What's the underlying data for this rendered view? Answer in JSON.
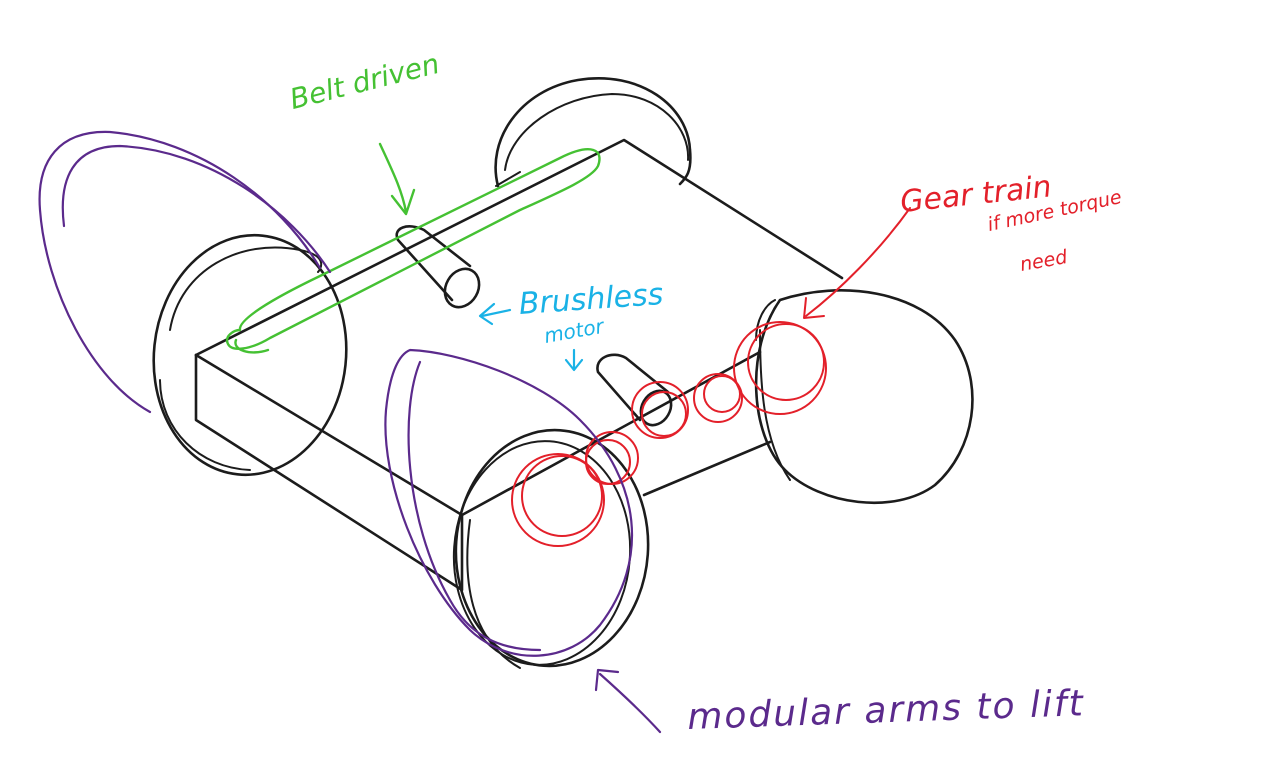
{
  "annotations": {
    "belt_driven": "Belt driven",
    "brushless": "Brushless",
    "motor": "motor",
    "gear_train": "Gear train",
    "torque_line": "if more torque",
    "need_line": "need",
    "modular_arms": "modular arms to lift"
  },
  "colors": {
    "chassis_ink": "#1c1c1c",
    "arm_ink": "#5b2a8c",
    "belt_ink": "#45c133",
    "gear_ink": "#e3202a",
    "motor_label_ink": "#1ab2e6",
    "background": "#ffffff"
  },
  "icons": {
    "belt_arrow": "arrow-down-icon",
    "brushless_arrow": "arrow-left-icon",
    "motor_arrow": "arrow-down-icon",
    "gear_arrow": "arrow-down-left-icon",
    "arms_arrow": "arrow-up-left-icon"
  }
}
